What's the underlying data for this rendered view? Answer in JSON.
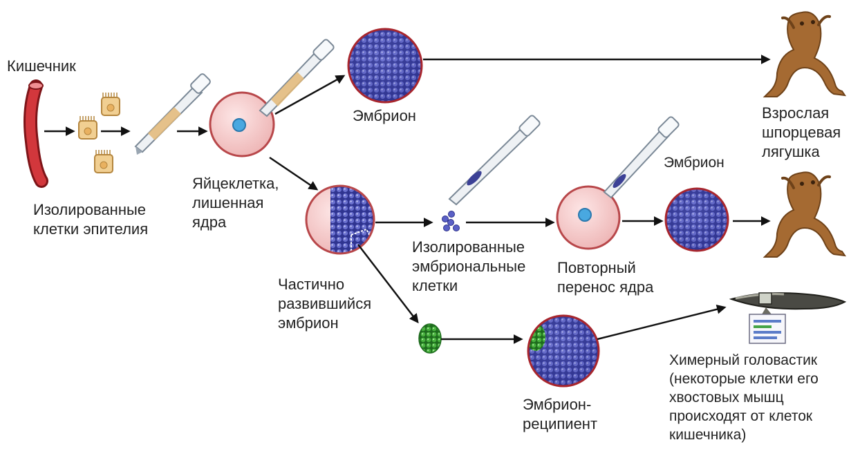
{
  "labels": {
    "intestine": "Кишечник",
    "isolated_epithelium": "Изолированные\nклетки эпителия",
    "enucleated_egg": "Яйцеклетка,\nлишенная\nядра",
    "embryo_top": "Эмбрион",
    "adult_frog": "Взрослая\nшпорцевая\nлягушка",
    "embryo_mid": "Эмбрион",
    "isolated_embryonic": "Изолированные\nэмбриональные\nклетки",
    "repeat_transfer": "Повторный\nперенос ядра",
    "partial_embryo": "Частично\nразвившийся\nэмбрион",
    "recipient_embryo": "Эмбрион-\nреципиент",
    "chimeric_tadpole": "Химерный головастик\n(некоторые клетки его\nхвостовых мышц\nпроисходят от клеток\nкишечника)"
  },
  "colors": {
    "intestine": "#c0282e",
    "cell_fill": "#f1cf92",
    "egg_fill": "#f6cfcf",
    "egg_edge": "#b8474a",
    "nucleus": "#49a8e0",
    "embryo_cell": "#3a3f9e",
    "embryo_edge": "#a8262d",
    "donor_cells": "#3a9a35",
    "frog": "#a56a32",
    "arrow": "#111111"
  }
}
